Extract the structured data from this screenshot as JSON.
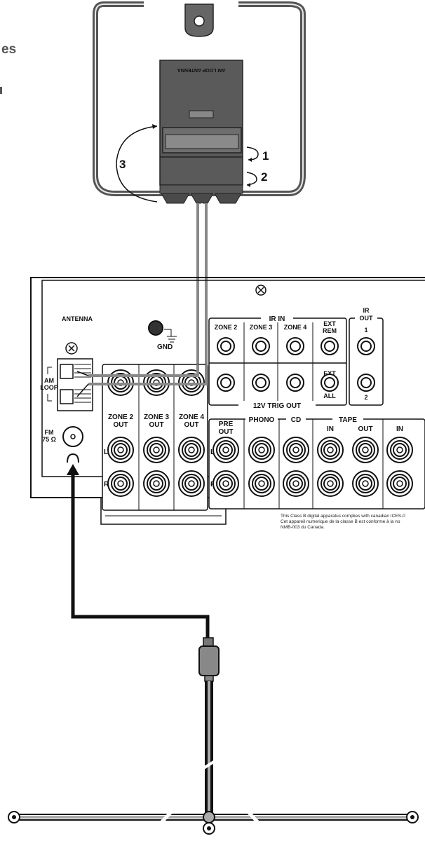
{
  "cut_text": {
    "top": "es"
  },
  "am_antenna": {
    "label": "AM LOOP ANTENNA",
    "steps": [
      "1",
      "2",
      "3"
    ]
  },
  "panel": {
    "antenna_label": "ANTENNA",
    "am_loop": [
      "AM",
      "LOOP"
    ],
    "fm": [
      "FM",
      "75 Ω"
    ],
    "gnd": "GND",
    "ir_in": "IR IN",
    "ir_out": [
      "IR",
      "OUT"
    ],
    "ir_zones": [
      "ZONE 2",
      "ZONE 3",
      "ZONE 4"
    ],
    "ext_rem": [
      "EXT",
      "REM"
    ],
    "ir_out_nums": [
      "1",
      "2"
    ],
    "all": "ALL",
    "trig_out": "12V TRIG OUT",
    "zone_outs": [
      [
        "ZONE 2",
        "OUT"
      ],
      [
        "ZONE 3",
        "OUT"
      ],
      [
        "ZONE 4",
        "OUT"
      ]
    ],
    "pre_out": [
      "PRE",
      "OUT"
    ],
    "phono": "PHONO",
    "cd": "CD",
    "tape": "TAPE",
    "tape_in": "IN",
    "tape_out": "OUT",
    "in_last": "IN",
    "channel_left": "L",
    "channel_right": "R",
    "notice": [
      "This Class B digital apparatus complies with canadian ICES-0",
      "Cet appareil numerique de la classe B est conforme à la no",
      "NMB-003 du Canada."
    ]
  }
}
